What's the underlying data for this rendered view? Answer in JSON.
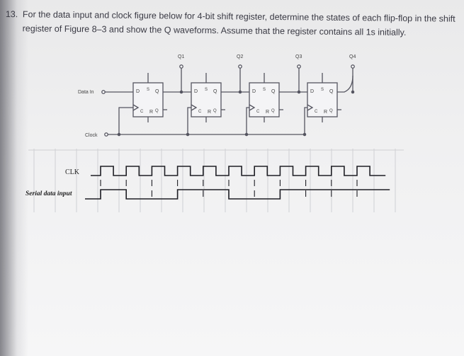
{
  "problem": {
    "number": "13.",
    "text": "For the data input and clock figure below for 4-bit shift register, determine the states of each flip-flop in the shift register of Figure 8–3 and show the Q waveforms. Assume that the register contains all 1s initially."
  },
  "circuit": {
    "outputs": [
      "Q1",
      "Q2",
      "Q3",
      "Q4"
    ],
    "data_in_label": "Data In",
    "clock_label": "Clock",
    "ff_d": "D",
    "ff_q": "Q",
    "ff_r": "R",
    "ff_s": "S",
    "ff_clk": "C"
  },
  "waveforms": {
    "clk_label": "CLK",
    "serial_label": "Serial data input",
    "clk_pulses": 11,
    "serial_levels": [
      1,
      0,
      0,
      1,
      1,
      0,
      0,
      1,
      1,
      1,
      1
    ]
  },
  "colors": {
    "ink": "#2b2b33",
    "wire": "#555560",
    "ff_fill": "#f4f4f6"
  }
}
